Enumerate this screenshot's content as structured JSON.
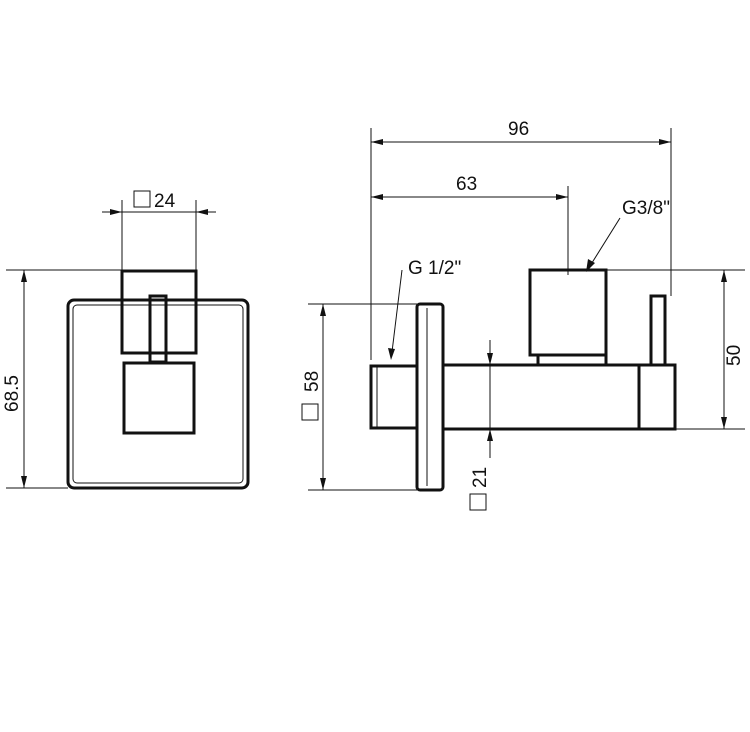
{
  "front_view": {
    "width_dim": {
      "symbol": "□",
      "value": "24"
    },
    "height_dim": {
      "value": "68.5"
    }
  },
  "side_view": {
    "overall_length_dim": {
      "value": "96"
    },
    "outlet_distance_dim": {
      "value": "63"
    },
    "outlet_thread_label": {
      "value": "G3/8\""
    },
    "inlet_thread_label": {
      "value": "G 1/2\""
    },
    "height_dim": {
      "value": "50"
    },
    "flange_dim": {
      "symbol": "□",
      "value": "58"
    },
    "body_dim": {
      "symbol": "□",
      "value": "21"
    }
  }
}
